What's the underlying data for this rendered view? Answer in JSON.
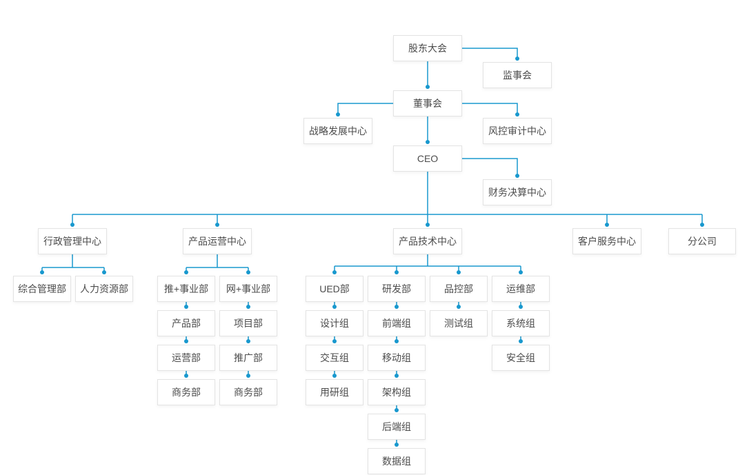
{
  "colors": {
    "connector": "#1898CE",
    "box_border": "#E3E3E3",
    "text": "#4C4C4C",
    "background": "#FFFFFF"
  },
  "org_chart": {
    "nodes": {
      "shareholders_meeting": "股东大会",
      "supervisory_board": "监事会",
      "board_of_directors": "董事会",
      "strategy_development_center": "战略发展中心",
      "risk_audit_center": "风控审计中心",
      "ceo": "CEO",
      "financial_accounting_center": "财务决算中心",
      "admin_management_center": "行政管理中心",
      "product_operation_center": "产品运营中心",
      "product_technology_center": "产品技术中心",
      "customer_service_center": "客户服务中心",
      "branch_company": "分公司",
      "general_management_dept": "综合管理部",
      "human_resources_dept": "人力资源部",
      "tui_plus_business_unit": "推+事业部",
      "wang_plus_business_unit": "网+事业部",
      "product_dept": "产品部",
      "operation_dept": "运营部",
      "business_dept_left": "商务部",
      "project_dept": "项目部",
      "promotion_dept": "推广部",
      "business_dept_right": "商务部",
      "ued_dept": "UED部",
      "design_team": "设计组",
      "interaction_team": "交互组",
      "user_research_team": "用研组",
      "rnd_dept": "研发部",
      "frontend_team": "前端组",
      "mobile_team": "移动组",
      "architecture_team": "架构组",
      "backend_team": "后端组",
      "data_team": "数据组",
      "quality_control_dept": "品控部",
      "testing_team": "测试组",
      "operations_maintenance_dept": "运维部",
      "system_team": "系统组",
      "security_team": "安全组"
    }
  }
}
